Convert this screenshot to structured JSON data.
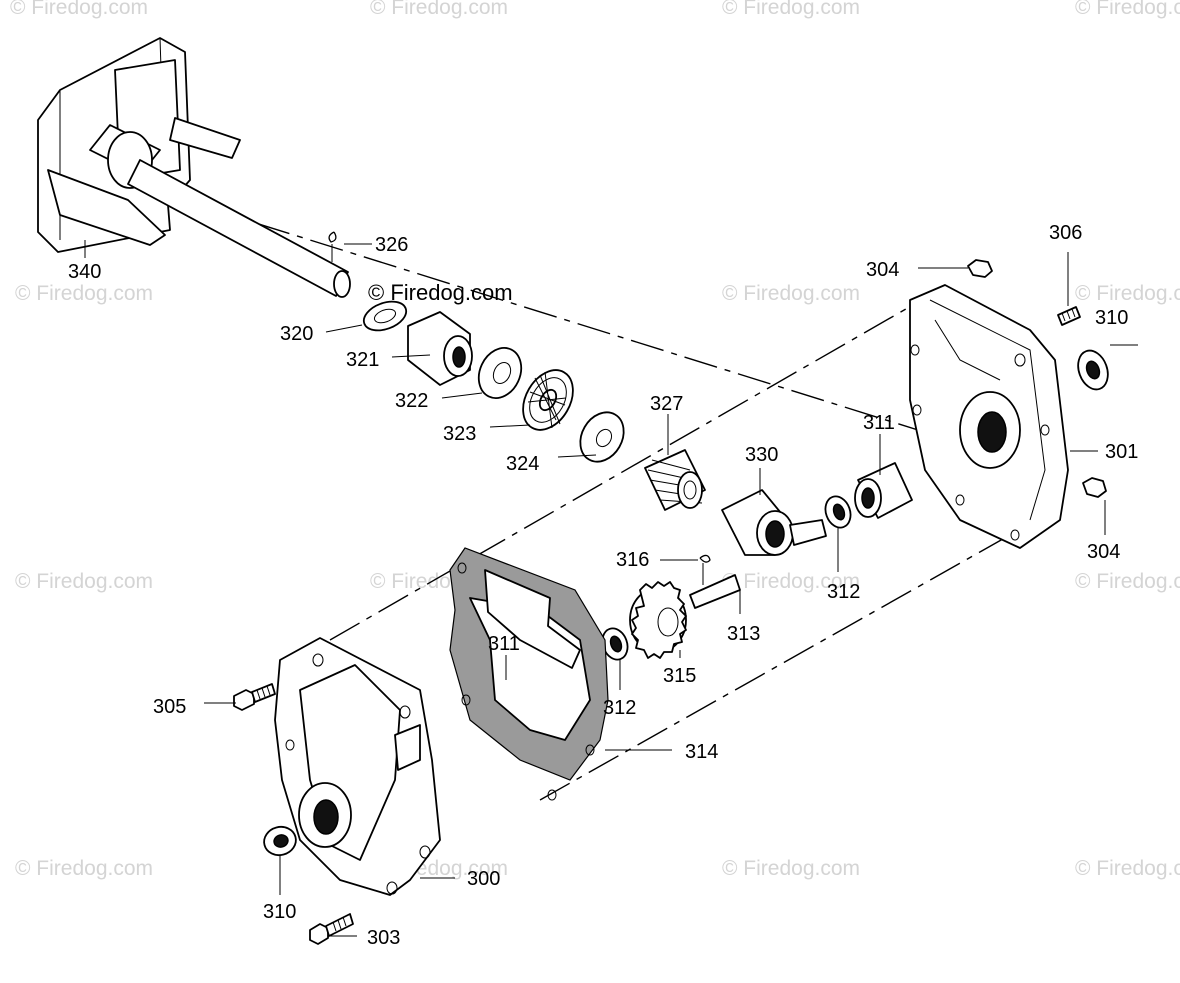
{
  "watermark": "© Firedog.com",
  "watermark_center": "© Firedog.com",
  "parts": {
    "p300": "300",
    "p301": "301",
    "p303": "303",
    "p304a": "304",
    "p304b": "304",
    "p305": "305",
    "p306": "306",
    "p310a": "310",
    "p310b": "310",
    "p311a": "311",
    "p311b": "311",
    "p312a": "312",
    "p312b": "312",
    "p313": "313",
    "p314": "314",
    "p315": "315",
    "p316": "316",
    "p320": "320",
    "p321": "321",
    "p322": "322",
    "p323": "323",
    "p324": "324",
    "p326": "326",
    "p327": "327",
    "p330": "330",
    "p340": "340"
  }
}
